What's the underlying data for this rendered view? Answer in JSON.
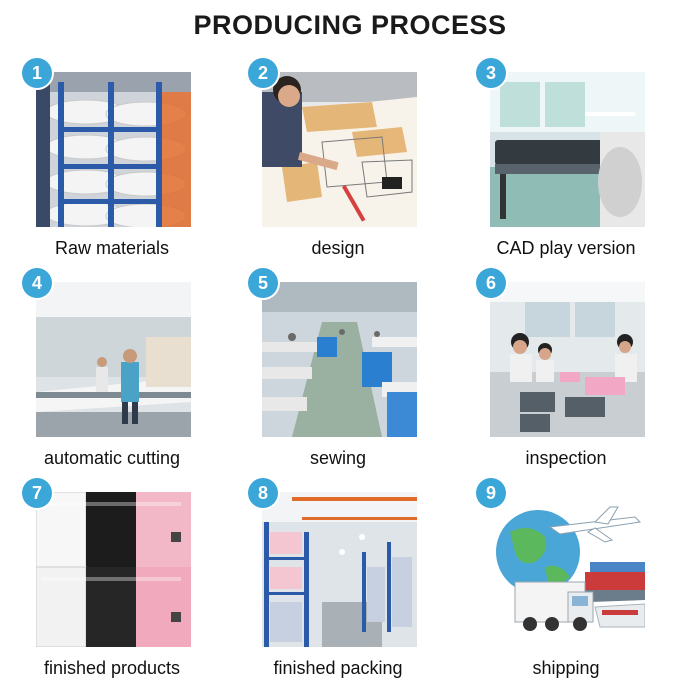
{
  "title": "PRODUCING PROCESS",
  "steps": [
    {
      "number": "1",
      "label": "Raw materials",
      "icon": "shelf-rolls-photo"
    },
    {
      "number": "2",
      "label": "design",
      "icon": "pattern-design-photo"
    },
    {
      "number": "3",
      "label": "CAD play version",
      "icon": "plotter-photo"
    },
    {
      "number": "4",
      "label": "automatic cutting",
      "icon": "cutting-table-photo"
    },
    {
      "number": "5",
      "label": "sewing",
      "icon": "sewing-floor-photo"
    },
    {
      "number": "6",
      "label": "inspection",
      "icon": "inspection-photo"
    },
    {
      "number": "7",
      "label": "finished products",
      "icon": "packaged-garments-photo"
    },
    {
      "number": "8",
      "label": "finished packing",
      "icon": "warehouse-photo"
    },
    {
      "number": "9",
      "label": "shipping",
      "icon": "globe-truck-plane-photo"
    }
  ],
  "colors": {
    "badge": "#3ba6d8",
    "title": "#1a1a1a"
  }
}
